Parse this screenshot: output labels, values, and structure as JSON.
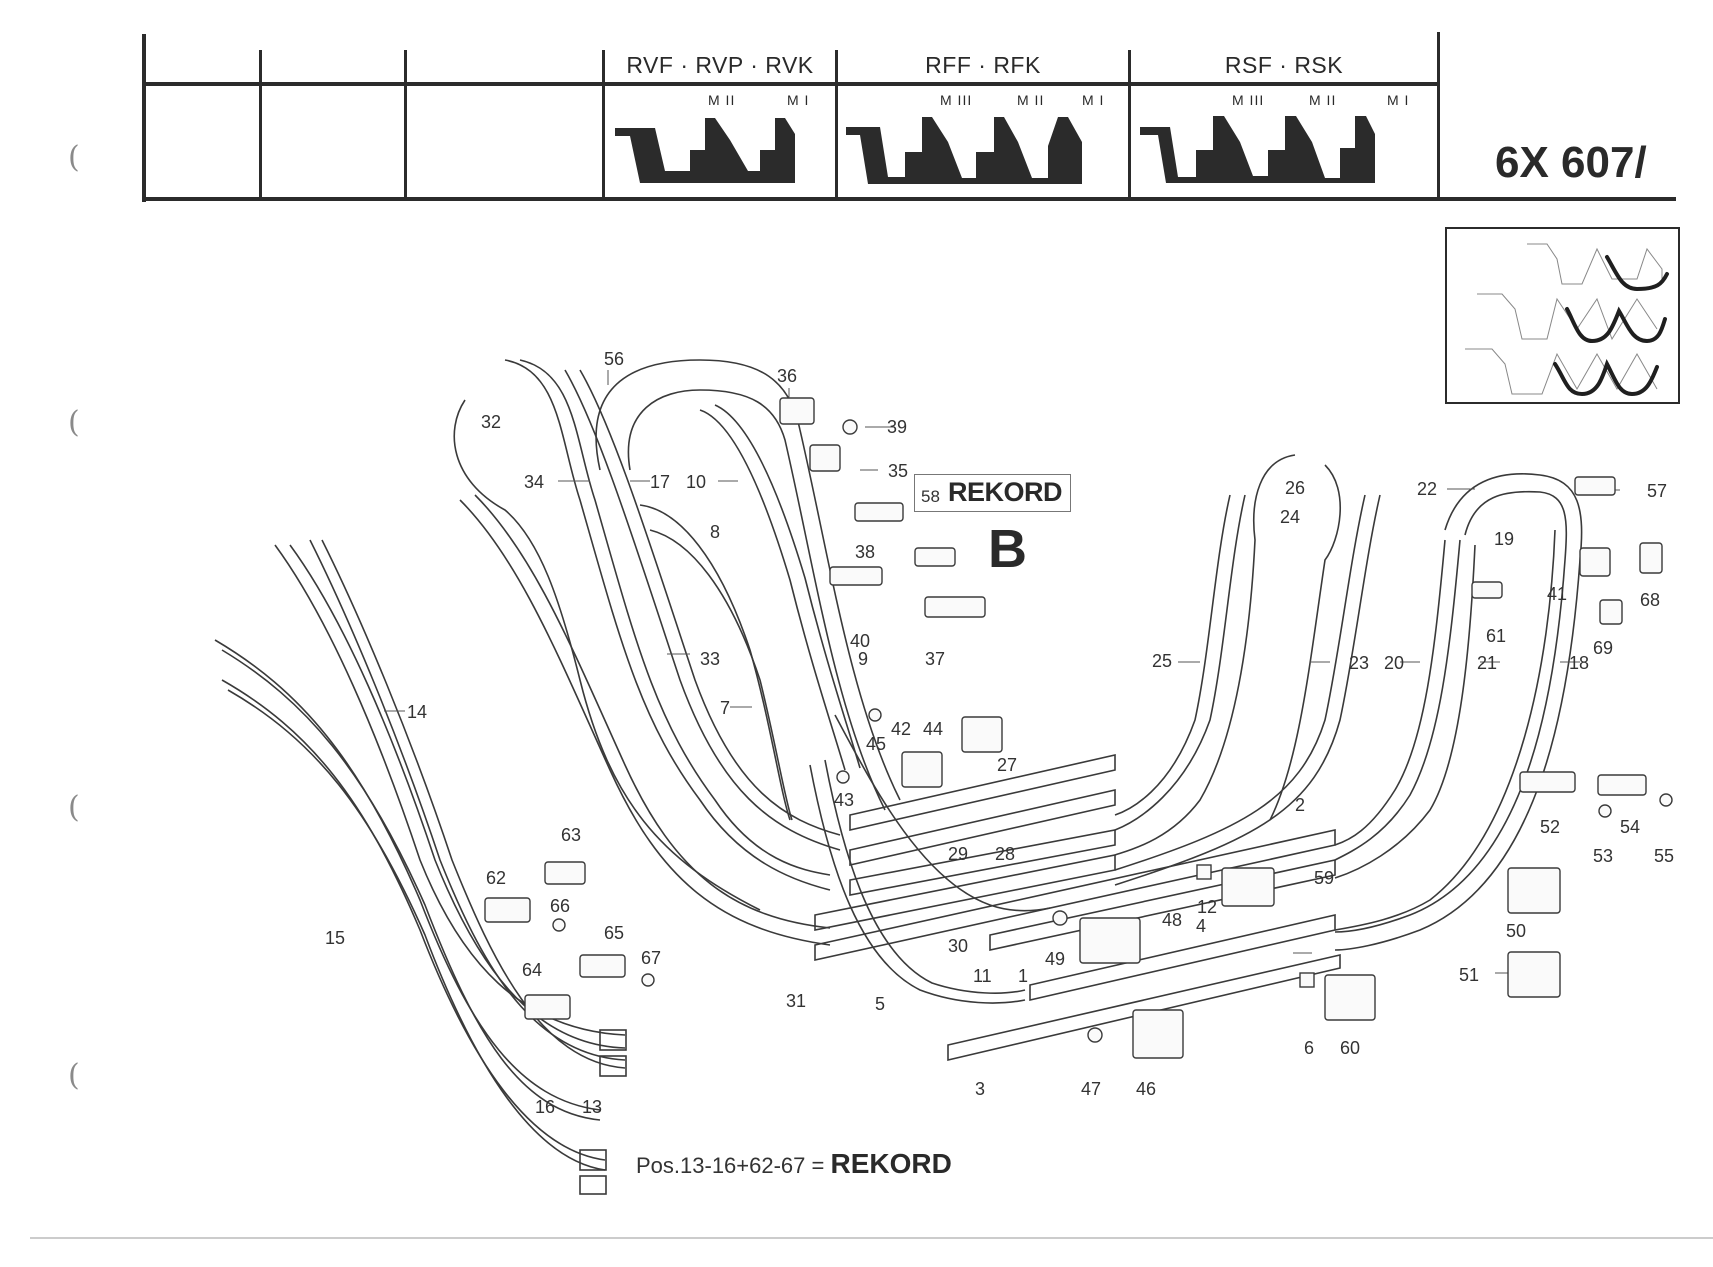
{
  "header": {
    "columns": [
      {
        "title": "",
        "gears": []
      },
      {
        "title": "",
        "gears": []
      },
      {
        "title": "",
        "gears": []
      },
      {
        "title": "RVF · RVP · RVK",
        "gears": [
          "M II",
          "M I"
        ]
      },
      {
        "title": "RFF · RFK",
        "gears": [
          "M III",
          "M II",
          "M I"
        ]
      },
      {
        "title": "RSF · RSK",
        "gears": [
          "M III",
          "M II",
          "M I"
        ]
      }
    ],
    "part_number": "6X 607/"
  },
  "variant_box": {
    "callout": "58",
    "label": "REKORD"
  },
  "variant_letter": "B",
  "footnote": {
    "prefix": "Pos.13-16+62-67 =",
    "label": "REKORD"
  },
  "icons": {
    "punch_hole": "binder-hole-icon",
    "inset": "setup-variants-thumbnail-icon"
  },
  "callouts": [
    {
      "n": "56"
    },
    {
      "n": "36"
    },
    {
      "n": "39"
    },
    {
      "n": "32"
    },
    {
      "n": "35"
    },
    {
      "n": "34"
    },
    {
      "n": "17"
    },
    {
      "n": "10"
    },
    {
      "n": "8"
    },
    {
      "n": "38"
    },
    {
      "n": "40"
    },
    {
      "n": "9"
    },
    {
      "n": "37"
    },
    {
      "n": "33"
    },
    {
      "n": "7"
    },
    {
      "n": "14"
    },
    {
      "n": "45"
    },
    {
      "n": "42"
    },
    {
      "n": "44"
    },
    {
      "n": "27"
    },
    {
      "n": "43"
    },
    {
      "n": "29"
    },
    {
      "n": "28"
    },
    {
      "n": "63"
    },
    {
      "n": "62"
    },
    {
      "n": "66"
    },
    {
      "n": "15"
    },
    {
      "n": "65"
    },
    {
      "n": "67"
    },
    {
      "n": "64"
    },
    {
      "n": "31"
    },
    {
      "n": "5"
    },
    {
      "n": "30"
    },
    {
      "n": "11"
    },
    {
      "n": "1"
    },
    {
      "n": "49"
    },
    {
      "n": "48"
    },
    {
      "n": "4"
    },
    {
      "n": "12"
    },
    {
      "n": "59"
    },
    {
      "n": "2"
    },
    {
      "n": "3"
    },
    {
      "n": "47"
    },
    {
      "n": "46"
    },
    {
      "n": "6"
    },
    {
      "n": "60"
    },
    {
      "n": "16"
    },
    {
      "n": "13"
    },
    {
      "n": "26"
    },
    {
      "n": "24"
    },
    {
      "n": "25"
    },
    {
      "n": "23"
    },
    {
      "n": "20"
    },
    {
      "n": "21"
    },
    {
      "n": "61"
    },
    {
      "n": "22"
    },
    {
      "n": "19"
    },
    {
      "n": "18"
    },
    {
      "n": "57"
    },
    {
      "n": "41"
    },
    {
      "n": "68"
    },
    {
      "n": "69"
    },
    {
      "n": "52"
    },
    {
      "n": "54"
    },
    {
      "n": "53"
    },
    {
      "n": "55"
    },
    {
      "n": "50"
    },
    {
      "n": "51"
    }
  ]
}
